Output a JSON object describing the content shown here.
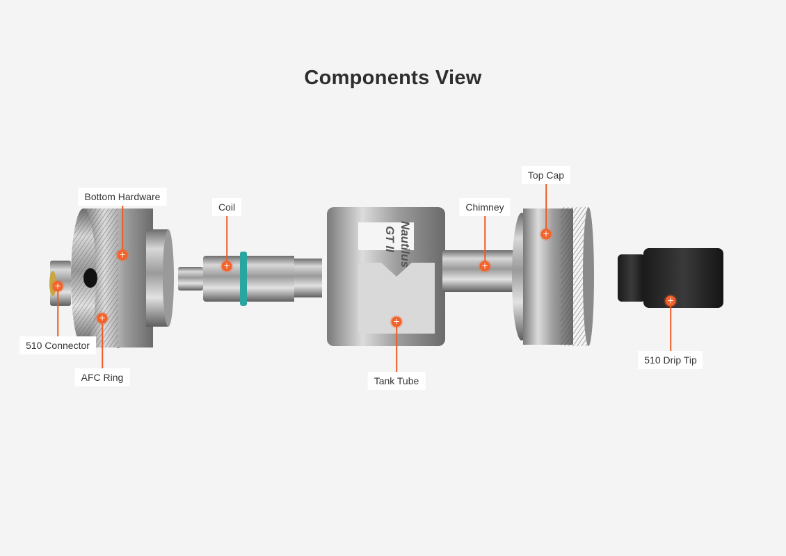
{
  "title": "Components View",
  "product_engraving": "Nautilus GT II",
  "accent_color": "#f2622a",
  "hotspot_icon": "plus-icon",
  "hotspot_glyph": "+",
  "components": [
    {
      "id": "bottom-hardware",
      "label": "Bottom Hardware"
    },
    {
      "id": "510-connector",
      "label": "510 Connector"
    },
    {
      "id": "afc-ring",
      "label": "AFC Ring"
    },
    {
      "id": "coil",
      "label": "Coil"
    },
    {
      "id": "chimney",
      "label": "Chimney"
    },
    {
      "id": "top-cap",
      "label": "Top Cap"
    },
    {
      "id": "tank-tube",
      "label": "Tank Tube"
    },
    {
      "id": "510-drip-tip",
      "label": "510 Drip Tip"
    }
  ]
}
